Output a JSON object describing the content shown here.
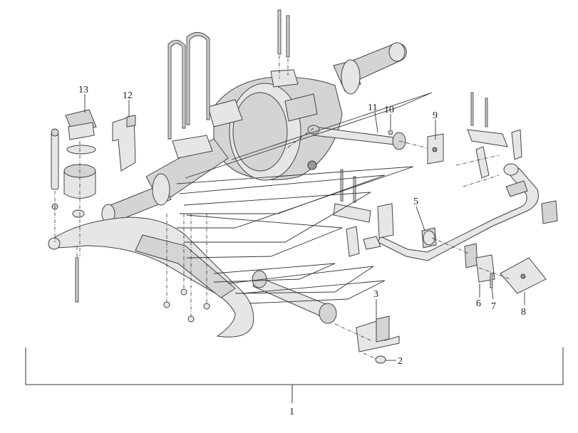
{
  "callouts": {
    "c1": "1",
    "c2": "2",
    "c3": "3",
    "c5": "5",
    "c6": "6",
    "c7": "7",
    "c8": "8",
    "c9": "9",
    "c10": "10",
    "c11": "11",
    "c12": "12",
    "c13": "13"
  },
  "parts": [
    {
      "id": "rear-axle-housing",
      "callout": null
    },
    {
      "id": "u-bolts",
      "callout": null
    },
    {
      "id": "leaf-spring",
      "callout": null
    },
    {
      "id": "shock-absorber",
      "callout": null
    },
    {
      "id": "rubber-bump-stop",
      "callout": "13"
    },
    {
      "id": "stop-bracket",
      "callout": "12"
    },
    {
      "id": "torque-rod",
      "callout": "11"
    },
    {
      "id": "nut",
      "callout": "10"
    },
    {
      "id": "rod-bracket",
      "callout": "9"
    },
    {
      "id": "cover-plate",
      "callout": "8"
    },
    {
      "id": "clip",
      "callout": "7"
    },
    {
      "id": "stabilizer-bracket",
      "callout": "6"
    },
    {
      "id": "stabilizer-bushing",
      "callout": "5"
    },
    {
      "id": "mount-bracket",
      "callout": "3"
    },
    {
      "id": "sleeve",
      "callout": "2"
    },
    {
      "id": "rear-suspension-assembly",
      "callout": "1"
    }
  ],
  "colors": {
    "background": "#ffffff",
    "line": "#333333",
    "part_fill": "#d4d4d4"
  }
}
